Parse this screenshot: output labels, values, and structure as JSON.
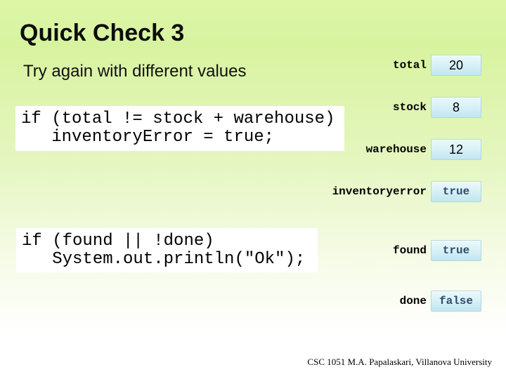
{
  "slide": {
    "title": "Quick Check 3",
    "subtitle": "Try again with different values",
    "footer": "CSC 1051 M.A. Papalaskari, Villanova University"
  },
  "code_blocks": [
    {
      "lines": [
        "if (total != stock + warehouse)",
        "   inventoryError = true;"
      ]
    },
    {
      "lines": [
        "if (found || !done)",
        "   System.out.println(\"Ok\");"
      ]
    }
  ],
  "variables": [
    {
      "name": "total",
      "value": "20"
    },
    {
      "name": "stock",
      "value": "8"
    },
    {
      "name": "warehouse",
      "value": "12"
    },
    {
      "name": "inventoryerror",
      "value": "true"
    },
    {
      "name": "found",
      "value": "true"
    },
    {
      "name": "done",
      "value": "false"
    }
  ],
  "colors": {
    "background_top": "#d8f3a0",
    "background_bottom": "#ffffff",
    "code_box_bg": "#ffffff",
    "value_box_top": "#ebf9fb",
    "value_box_bottom": "#c1e6f0",
    "value_box_border": "#b2d7e0",
    "boolean_text": "#2d4d6e",
    "number_text": "#000000"
  }
}
